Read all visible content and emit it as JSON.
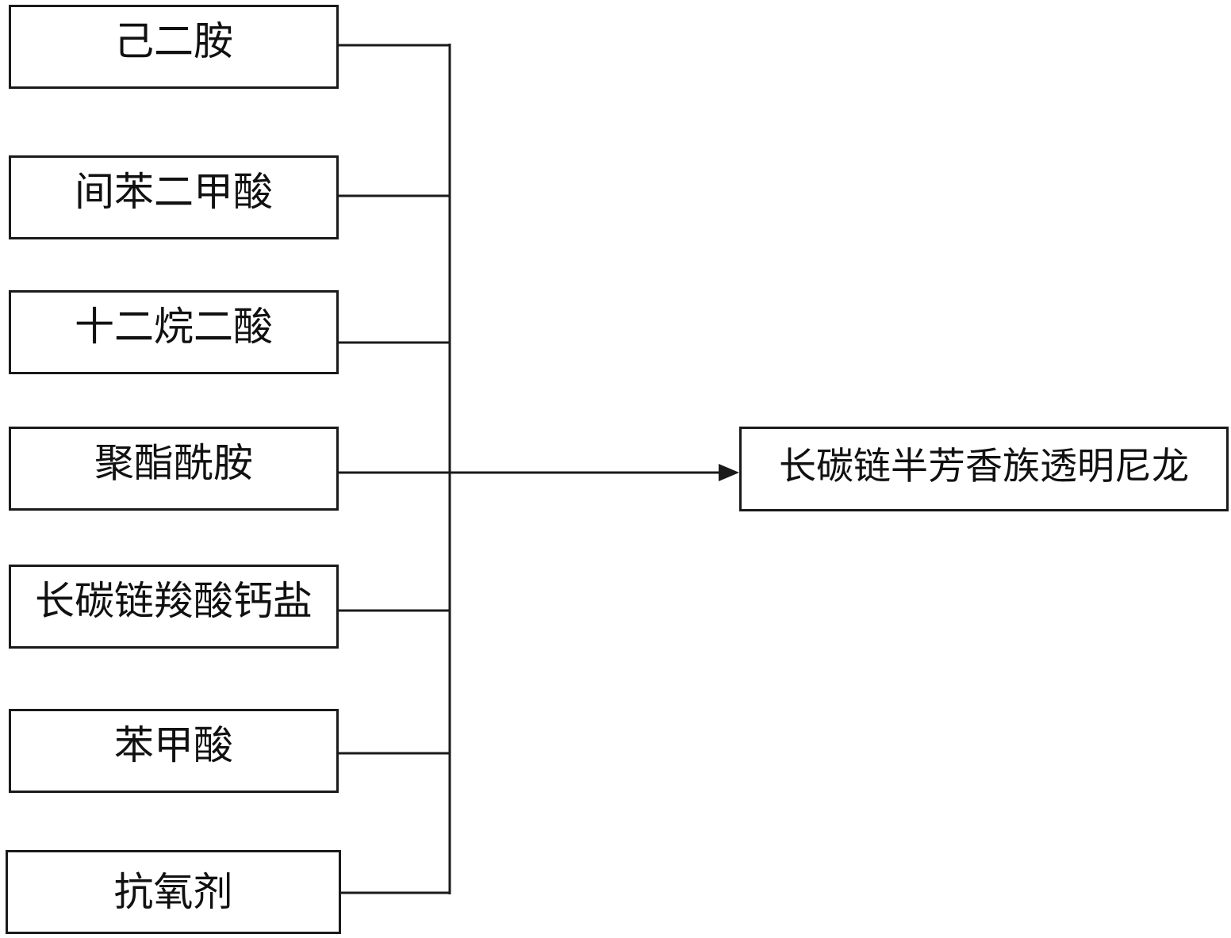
{
  "inputs": [
    {
      "label": "己二胺"
    },
    {
      "label": "间苯二甲酸"
    },
    {
      "label": "十二烷二酸"
    },
    {
      "label": "聚酯酰胺"
    },
    {
      "label": "长碳链羧酸钙盐"
    },
    {
      "label": "苯甲酸"
    },
    {
      "label": "抗氧剂"
    }
  ],
  "output": {
    "label": "长碳链半芳香族透明尼龙"
  },
  "colors": {
    "stroke": "#1a1a1a",
    "text": "#111111",
    "background": "#ffffff"
  }
}
